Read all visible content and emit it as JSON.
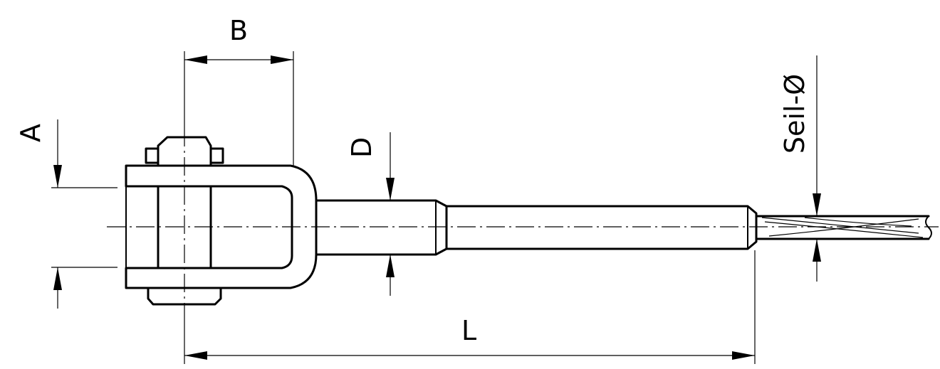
{
  "diagram": {
    "labels": {
      "A": "A",
      "B": "B",
      "D": "D",
      "L": "L",
      "rope_diameter": "Seil-Ø"
    }
  }
}
